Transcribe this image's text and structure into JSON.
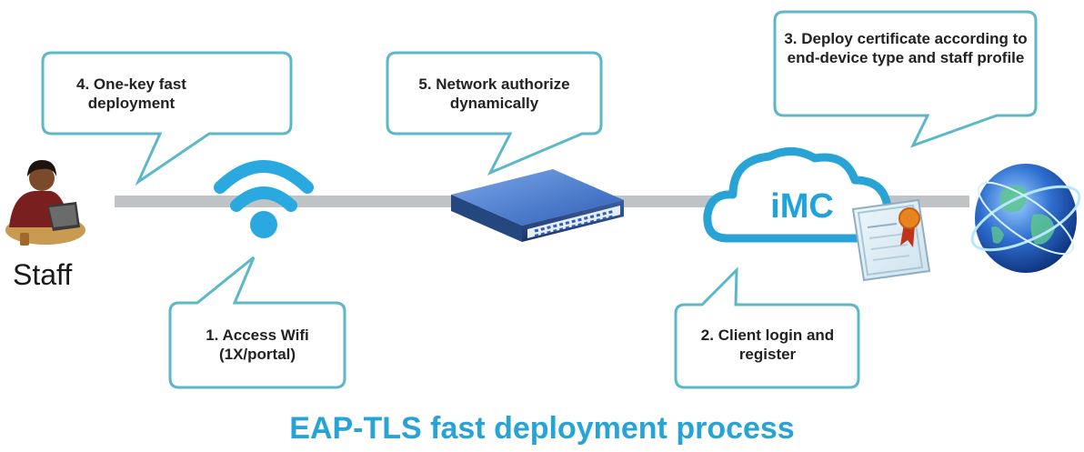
{
  "caption": "EAP-TLS fast deployment process",
  "staff_label": "Staff",
  "cloud_label": "iMC",
  "steps": [
    {
      "id": "4",
      "text": "4. One-key fast deployment"
    },
    {
      "id": "5",
      "text": "5. Network authorize dynamically"
    },
    {
      "id": "3",
      "text": "3. Deploy certificate according to end-device type and staff profile"
    },
    {
      "id": "1",
      "text": "1. Access Wifi (1X/portal)"
    },
    {
      "id": "2",
      "text": "2. Client login and register"
    }
  ],
  "colors": {
    "accent": "#27a3d6",
    "callout_border": "#5cb8c9",
    "line": "#bfc3c6"
  },
  "icons": [
    "person-at-laptop-icon",
    "wifi-icon",
    "network-switch-icon",
    "cloud-icon",
    "certificate-icon",
    "globe-icon"
  ]
}
